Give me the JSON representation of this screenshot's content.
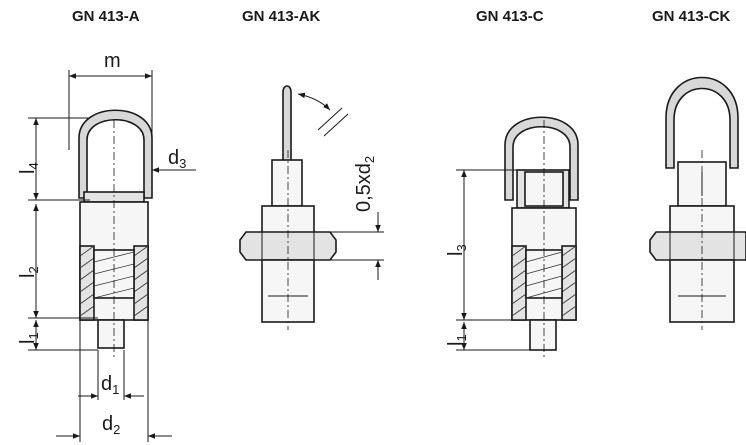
{
  "titles": {
    "a": "GN 413-A",
    "ak": "GN 413-AK",
    "c": "GN 413-C",
    "ck": "GN 413-CK"
  },
  "dims": {
    "m": "m",
    "l4_base": "l",
    "l4_sub": "4",
    "d3_base": "d",
    "d3_sub": "3",
    "l2_base": "l",
    "l2_sub": "2",
    "l1_base": "l",
    "l1_sub": "1",
    "d1_base": "d",
    "d1_sub": "1",
    "d2_base": "d",
    "d2_sub": "2",
    "half_d2_base": "0,5xd",
    "half_d2_sub": "2",
    "l3_base": "l",
    "l3_sub": "3",
    "l1c_base": "l",
    "l1c_sub": "1"
  }
}
